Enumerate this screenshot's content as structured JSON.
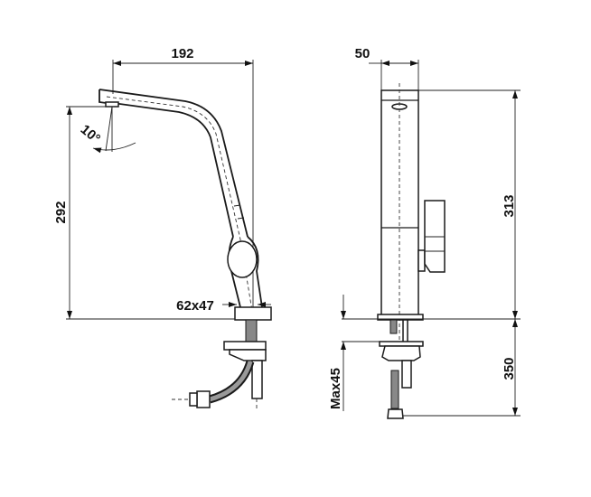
{
  "drawing": {
    "side_view": {
      "width_dimension": "192",
      "height_dimension": "292",
      "angle_label": "10°",
      "base_size_label": "62x47"
    },
    "front_view": {
      "width_dimension": "50",
      "height_dimension": "313",
      "mount_thickness_label": "Max45",
      "hose_length_label": "350"
    },
    "line_color": "#1a1a1a"
  }
}
